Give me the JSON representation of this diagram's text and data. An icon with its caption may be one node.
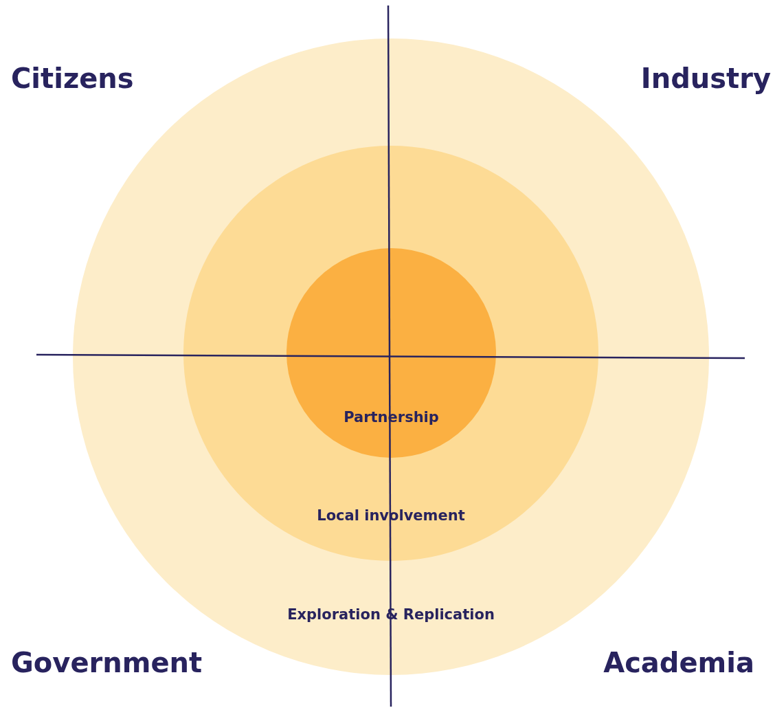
{
  "diagram": {
    "nodes": [
      {
        "text": [
          "Exploration & Replication"
        ]
      },
      {
        "text": [
          "Local involvement"
        ],
        "in": 0
      },
      {
        "text": [
          "Partnership"
        ],
        "in": 1
      }
    ],
    "edges": [],
    "labels": [
      "Citizens",
      "Industry",
      "Government",
      "Academia"
    ]
  }
}
